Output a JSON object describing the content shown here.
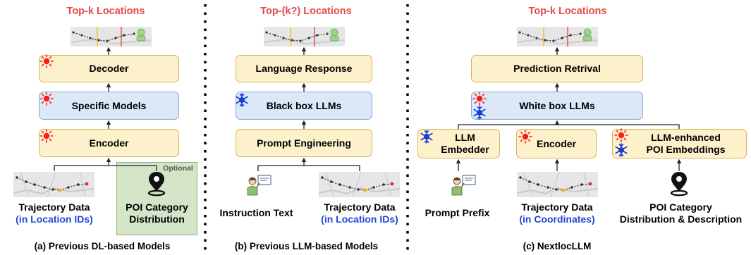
{
  "panel_a": {
    "title": "Top-k Locations",
    "decoder": "Decoder",
    "specific_models": "Specific Models",
    "encoder": "Encoder",
    "optional": "Optional",
    "traj_label": "Trajectory Data",
    "traj_sub": "(in Location IDs)",
    "poi_label_1": "POI Category",
    "poi_label_2": "Distribution",
    "caption": "(a) Previous DL-based Models"
  },
  "panel_b": {
    "title": "Top-(k?) Locations",
    "language_response": "Language Response",
    "black_box": "Black box LLMs",
    "prompt_engineering": "Prompt Engineering",
    "instruction": "Instruction Text",
    "traj_label": "Trajectory Data",
    "traj_sub": "(in Location IDs)",
    "caption": "(b) Previous LLM-based Models"
  },
  "panel_c": {
    "title": "Top-k Locations",
    "prediction": "Prediction Retrival",
    "white_box": "White box LLMs",
    "llm_embedder_1": "LLM",
    "llm_embedder_2": "Embedder",
    "encoder": "Encoder",
    "poi_emb_1": "LLM-enhanced",
    "poi_emb_2": "POI Embeddings",
    "prompt_prefix": "Prompt Prefix",
    "traj_label": "Trajectory Data",
    "traj_sub": "(in Coordinates)",
    "poi_label_1": "POI Category",
    "poi_label_2": "Distribution & Description",
    "caption": "(c) NextlocLLM"
  },
  "colors": {
    "title_red": "#e64848",
    "sub_blue": "#1f47d8",
    "yellow_box": "#fdf1cc",
    "blue_box": "#dbe8f8",
    "optional_green": "#d3e4c7",
    "sun_red": "#ff1a1a",
    "snow_blue": "#1a3fd0"
  },
  "icons": [
    "sun-icon",
    "snowflake-icon",
    "map-pin-icon",
    "person-icon",
    "trajectory-map-thumbnail"
  ]
}
